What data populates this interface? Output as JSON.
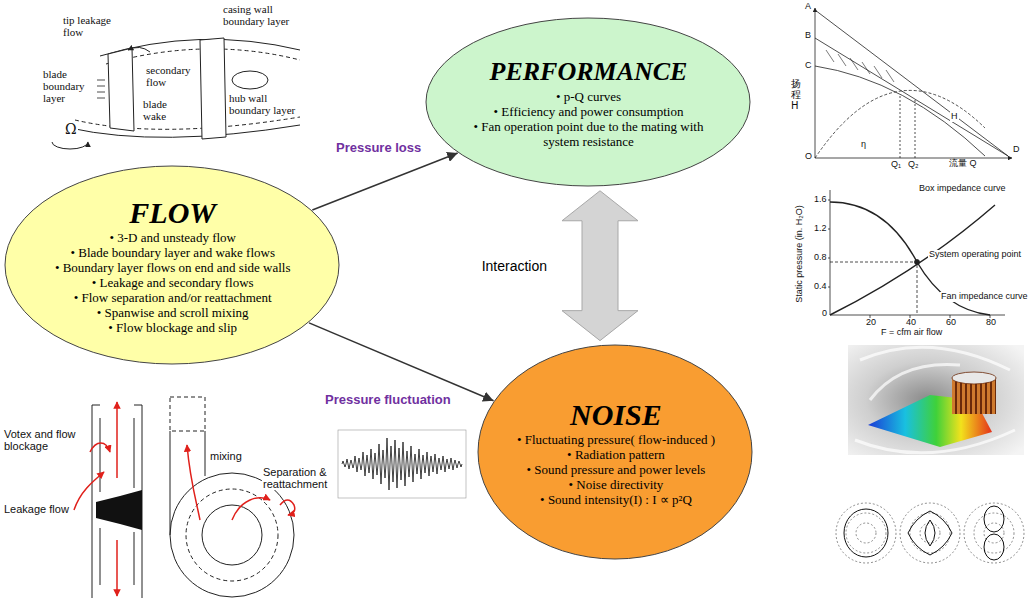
{
  "diagram": {
    "nodes": [
      {
        "text": [
          "FLOW",
          "• 3-D and unsteady flow",
          "• Blade boundary layer and wake flows",
          "• Boundary layer flows on end and side walls",
          "• Leakage and secondary flows",
          "• Flow separation and/or reattachment",
          "• Spanwise and scroll mixing",
          "• Flow blockage and slip"
        ]
      },
      {
        "text": [
          "PERFORMANCE",
          "• p-Q curves",
          "• Efficiency and power consumption",
          "• Fan operation point due to the mating with system resistance"
        ]
      },
      {
        "text": [
          "NOISE",
          "• Fluctuating pressure( flow-induced )",
          "• Radiation pattern",
          "• Sound pressure and power levels",
          "• Noise directivity",
          "• Sound intensity(I) : I ∝ p²Q"
        ]
      }
    ],
    "edges": [
      {
        "from": 0,
        "to": 1,
        "arrow": "to",
        "label": "Pressure loss"
      },
      {
        "from": 0,
        "to": 2,
        "arrow": "to",
        "label": "Pressure fluctuation"
      },
      {
        "from": 1,
        "to": 2,
        "arrow": "both",
        "label": "Interaction"
      }
    ],
    "labels": [
      "tip leakage flow",
      "casing wall boundary layer",
      "blade boundary layer",
      "secondary flow",
      "blade wake",
      "hub wall boundary layer",
      "Ω",
      "Votex and flow blockage",
      "Leakage flow",
      "mixing",
      "Separation & reattachment",
      "A",
      "B",
      "C",
      "D",
      "O",
      "H",
      "Q₁",
      "Q₂",
      "扬程 H",
      "流量 Q",
      "η",
      "Box impedance curve",
      "System operating point",
      "Fan impedance curve",
      "Static pressure (in. H₂O)",
      "F = cfm air flow",
      "1.6",
      "1.2",
      "0.8",
      "0.4",
      "0",
      "20",
      "40",
      "60",
      "80"
    ]
  }
}
